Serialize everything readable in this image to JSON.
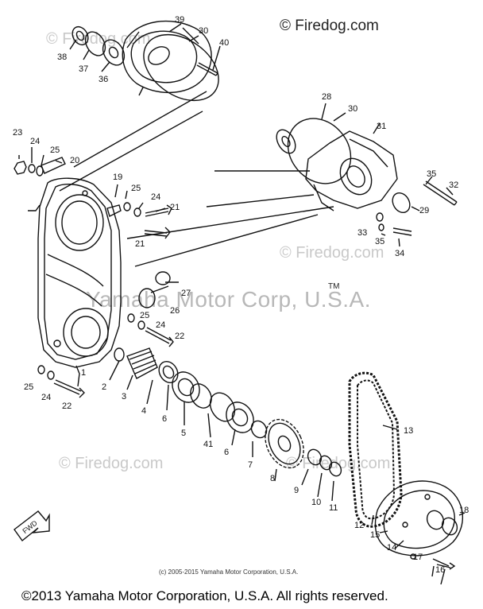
{
  "watermark": {
    "top": "© Firedog.com",
    "faint": "© Firedog.com",
    "center": "Yamaha Motor Corp, U.S.A.",
    "tm": "TM"
  },
  "small_copyright": "(c) 2005-2015 Yamaha Motor Corporation, U.S.A.",
  "footer": "©2013 Yamaha Motor Corporation, U.S.A. All rights reserved.",
  "fwd_label": "FWD",
  "callouts": [
    "1",
    "2",
    "3",
    "4",
    "5",
    "6",
    "7",
    "8",
    "9",
    "10",
    "11",
    "12",
    "13",
    "14",
    "15",
    "16",
    "17",
    "18",
    "19",
    "20",
    "21",
    "22",
    "23",
    "24",
    "25",
    "26",
    "27",
    "28",
    "29",
    "30",
    "31",
    "32",
    "33",
    "34",
    "35",
    "36",
    "37",
    "38",
    "39",
    "40",
    "41"
  ],
  "colors": {
    "line": "#111111",
    "watermark": "#c9c9c9"
  }
}
